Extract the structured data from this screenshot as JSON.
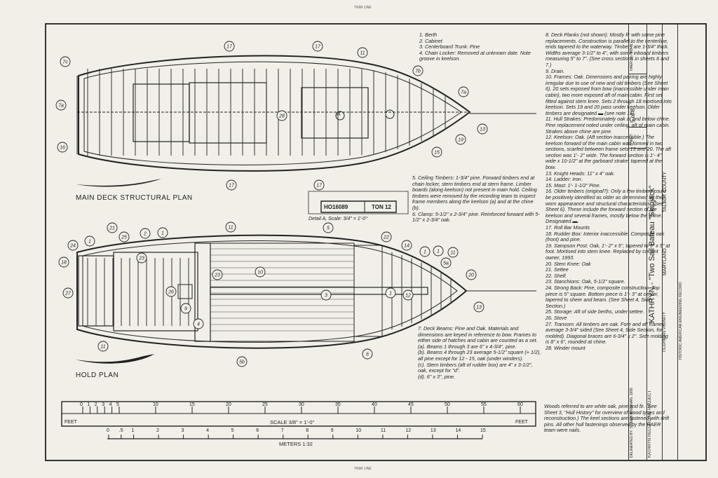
{
  "views": {
    "deck_plan_title": "MAIN DECK STRUCTURAL PLAN",
    "hold_plan_title": "HOLD PLAN",
    "detail_a_label": "Detail A, Scale: 3/4\" = 1'-0\"",
    "detail_a_text_left": "HO16089",
    "detail_a_text_right": "TON 12",
    "section_mark_a": "A"
  },
  "callouts_deck": [
    "7c",
    "17",
    "17",
    "11",
    "7b",
    "7a",
    "7a",
    "28",
    "13",
    "19",
    "15",
    "16",
    "17",
    "17"
  ],
  "callouts_hold": [
    "21",
    "2",
    "1",
    "5",
    "11",
    "22",
    "14",
    "24",
    "1",
    "25",
    "23",
    "1",
    "1",
    "11",
    "5a",
    "20",
    "18",
    "23",
    "10",
    "12",
    "13",
    "27",
    "26",
    "3",
    "9",
    "1",
    "4",
    "11",
    "5b",
    "6"
  ],
  "notes_col1": [
    "1. Berth",
    "2. Cabinet",
    "3. Centerboard Trunk: Pine",
    "4. Chain Locker: Removed at unknown date. Note groove in keelson."
  ],
  "notes_col1b": [
    "5. Ceiling Timbers: 1-3/4\" pine. Forward timbers end at chain locker, stern timbers end at stern frame. Limber boards (along keelson) not present in main hold. Ceiling timbers were removed by the recording team to inspect frame members along the keelson (a) and at the chine (b).",
    "6. Clamp: 5-1/2\" x 2-3/4\" pine. Reinforced forward with 5-1/2\" x 2-3/4\" oak."
  ],
  "notes_col1c": [
    "7. Deck Beams: Pine and Oak. Materials and dimensions are keyed in reference to bow. Frames to either side of hatches and cabin are counted as a set.",
    "(a). Beams 1 through 3 are 6\" x 4-3/4\", pine.",
    "(b). Beams 4 through 23 average 5-1/2\" square (+ 1/2), all pine except for 12 - 15, oak (under winders).",
    "(c). Stern timbers (aft of rudder box) are 4\" x 3-1/2\", oak, except for \"d\".",
    "(d). 6\" x 3\", pine."
  ],
  "notes_col2": [
    "8. Deck Planks (not shown): Mostly fir with some pine replacements. Construction is parallel to the centerline, ends tapered to the waterway. Timbers are 1-3/4\" thick. Widths average 3-1/2\" to 4\", with some inboard timbers measuring 5\" to 7\". (See cross sections in sheets 6 and 7.)",
    "9. Drain.",
    "10. Frames: Oak. Dimensions and pairing are highly irregular due to use of new and old timbers (See Sheet 6). 20 sets exposed from bow (inaccessible under main cabin), two more exposed aft of main cabin. First set fitted against stem knee. Sets 2 through 18 mortised into keelson. Sets 19 and 20 pass under keelson. Older timbers are designated ▬ (see note 16).",
    "11. Hull Strakes: Predominately oak at and below chine. Pine replacement noted under ceiling, aft of main cabin. Strakes above chine are pine.",
    "12. Keelson: Oak. (Aft section inaccessible.) The keelson forward of the main cabin was formed in two sections, scarfed between frame sets 15 and 20. The aft section was 1'- 2\" wide. The forward section is 1'- 4\" wide x 10-1/2\" at the garboard strake, tapered at the bow.",
    "13. Knight Heads: 11\" x 4\" oak.",
    "14. Ladder: Iron.",
    "15. Mast: 1'- 1-1/2\" Pine.",
    "16. Older timbers (original?): Only a few timbers could be positively identified as older as determined by their worn appearance and structural characteristics. (See Sheet 6). These include the forward section of the keelson and several frames, mostly below the chine. Designated ▬.",
    "17. Roll Bar Mounts",
    "18. Rudder Box: Interior inaccessible. Composite oak (front) and pine.",
    "19. Sampson Post: Oak, 1'- 2\" x 5\", tapered to 5\" x 5\" at foot. Mortised into stem knee. Replaced by current owner, 1993.",
    "20. Stem Knee: Oak",
    "21. Settee",
    "22. Shelf.",
    "23. Stanchions: Oak, 5-1/2\" square.",
    "24. Strong Back: Pine, composite construction. Top piece is 5\" square. Bottom piece is 1\"- 3\" at center, tapered to sheer and beam. (See Sheet 4, Side Section.)",
    "25. Storage: Aft of side berths, under settee.",
    "26. Stove",
    "27. Transom: All timbers are oak. Fore and aft frames average 3-3/4\" sided (See Sheet 4, Side Section, for molded). Diagonal braces are 6-3/4\" x 2\". Side molding is 8\" x 6\", rounded at chine.",
    "28. Winder mount"
  ],
  "notes_footer": "Woods referred to are white oak, pine and fir. (See Sheet 3, \"Hull History\" for overview of wood types and reconstruction.) The keel sections are fastened with drift pins. All other hull fastenings observed by the HAER team were nails.",
  "scale_feet": {
    "ticks": [
      "0",
      "1",
      "2",
      "3",
      "4",
      "5",
      "10",
      "15",
      "20",
      "25",
      "30",
      "35",
      "40",
      "45",
      "50",
      "55",
      "60"
    ],
    "label_left": "FEET",
    "label_right": "FEET",
    "caption": "SCALE 3/8\" = 1'-0\""
  },
  "scale_meters": {
    "ticks": [
      "0",
      ".5",
      "1",
      "2",
      "3",
      "4",
      "5",
      "6",
      "7",
      "8",
      "9",
      "10",
      "11",
      "12",
      "13",
      "14",
      "15"
    ],
    "caption": "METERS 1:32"
  },
  "title_block": {
    "title": "KATHRYN - \"Two Sail Bateau \"Skipjack\"",
    "county": "TALBOT COUNTY",
    "state": "MARYLAND",
    "project": "KATHRYN RECORDING PROJECT",
    "delineator": "DELINEATED BY: SHAWN BRENNAN, 1995",
    "sheet_label": "SHEET",
    "sheet_no": "5 of 8",
    "survey_no": "HAER No. MD-117",
    "agency": "HISTORIC AMERICAN ENGINEERING RECORD",
    "location": "TILGHMAN VICINITY"
  },
  "edge_marks": {
    "top": "TRIM LINE",
    "bottom": "TRIM LINE"
  }
}
